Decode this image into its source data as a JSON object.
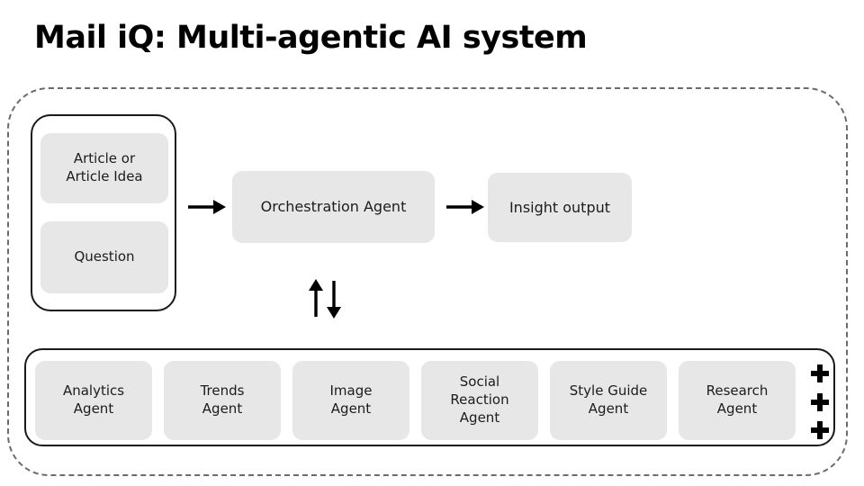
{
  "title": "Mail iQ: Multi-agentic AI system",
  "inputs": {
    "items": [
      {
        "label": "Article or\nArticle Idea"
      },
      {
        "label": "Question"
      }
    ]
  },
  "pipeline": {
    "orchestration_label": "Orchestration Agent",
    "output_label": "Insight output",
    "arrow_forward_icon": "arrow-right-icon",
    "arrow_bidirectional_icon": "arrow-up-down-icon"
  },
  "agents": {
    "items": [
      {
        "label": "Analytics\nAgent"
      },
      {
        "label": "Trends\nAgent"
      },
      {
        "label": "Image\nAgent"
      },
      {
        "label": "Social\nReaction\nAgent"
      },
      {
        "label": "Style Guide\nAgent"
      },
      {
        "label": "Research\nAgent"
      }
    ],
    "add_icons": [
      {
        "name": "plus-icon"
      },
      {
        "name": "plus-icon"
      },
      {
        "name": "plus-icon"
      }
    ]
  },
  "colors": {
    "node_fill": "#e7e7e7",
    "border_dark": "#1a1a1a",
    "boundary_dash": "#6b6b6b",
    "background": "#ffffff",
    "text": "#1c1c1c"
  }
}
